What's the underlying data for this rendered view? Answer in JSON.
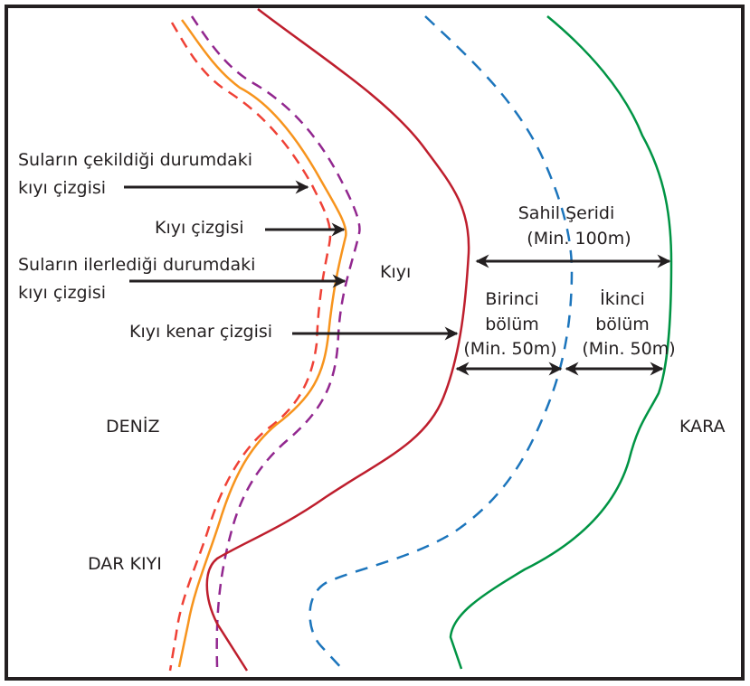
{
  "labels": {
    "receded_1": "Suların çekildiği durumdaki",
    "receded_2": "kıyı çizgisi",
    "shoreline": "Kıyı çizgisi",
    "advanced_1": "Suların ilerlediği durumdaki",
    "advanced_2": "kıyı çizgisi",
    "shore_edge": "Kıyı kenar çizgisi",
    "shore": "Kıyı",
    "coastal_strip": "Sahil Şeridi",
    "coastal_strip_min": "(Min. 100m)",
    "first_1": "Birinci",
    "first_2": "bölüm",
    "first_min": "(Min. 50m)",
    "second_1": "İkinci",
    "second_2": "bölüm",
    "second_min": "(Min. 50m)",
    "sea": "DENİZ",
    "land": "KARA",
    "narrow_shore": "DAR KIYI"
  },
  "colors": {
    "shoreline": "#f7941d",
    "receded": "#ef4136",
    "advanced": "#92278f",
    "shore_edge": "#be1e2d",
    "section_divider": "#1c75bc",
    "coastal_strip_edge": "#009444",
    "arrow": "#231f20"
  }
}
